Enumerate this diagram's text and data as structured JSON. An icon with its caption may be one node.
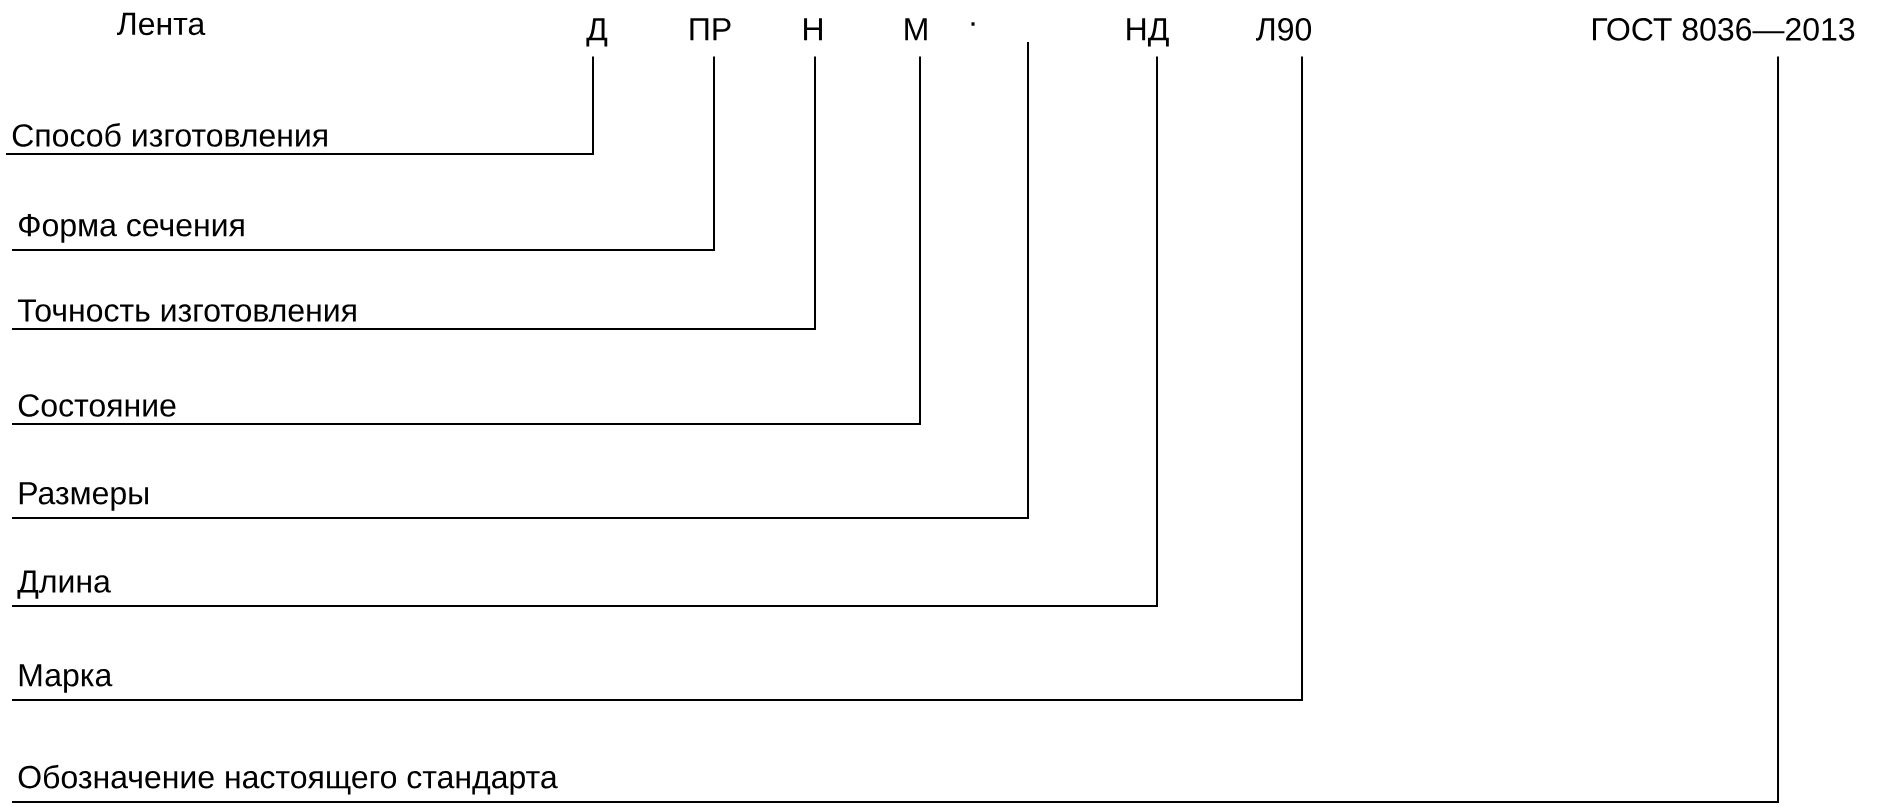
{
  "diagram": {
    "nodes": [
      {
        "text": [
          "Д"
        ]
      },
      {
        "text": [
          "ПР"
        ]
      },
      {
        "text": [
          "Н"
        ]
      },
      {
        "text": [
          "М"
        ]
      },
      {
        "text": [
          "НД"
        ]
      },
      {
        "text": [
          "Л90"
        ]
      },
      {
        "text": [
          "ГОСТ 8036—2013"
        ]
      },
      {
        "text": [
          "Способ изготовления"
        ]
      },
      {
        "text": [
          "Форма сечения"
        ]
      },
      {
        "text": [
          "Точность изготовления"
        ]
      },
      {
        "text": [
          "Состояние"
        ]
      },
      {
        "text": [
          "Размеры"
        ]
      },
      {
        "text": [
          "Длина"
        ]
      },
      {
        "text": [
          "Марка"
        ]
      },
      {
        "text": [
          "Обозначение  настоящего стандарта"
        ]
      }
    ],
    "edges": [
      {
        "from": 7,
        "to": 0,
        "arrow": "none"
      },
      {
        "from": 8,
        "to": 1,
        "arrow": "none"
      },
      {
        "from": 9,
        "to": 2,
        "arrow": "none"
      },
      {
        "from": 10,
        "to": 3,
        "arrow": "none"
      },
      {
        "from": 11,
        "to": null,
        "arrow": "none"
      },
      {
        "from": 12,
        "to": 4,
        "arrow": "none"
      },
      {
        "from": 13,
        "to": 5,
        "arrow": "none"
      },
      {
        "from": 14,
        "to": 6,
        "arrow": "none"
      }
    ],
    "labels": [
      "Лента",
      "."
    ]
  }
}
